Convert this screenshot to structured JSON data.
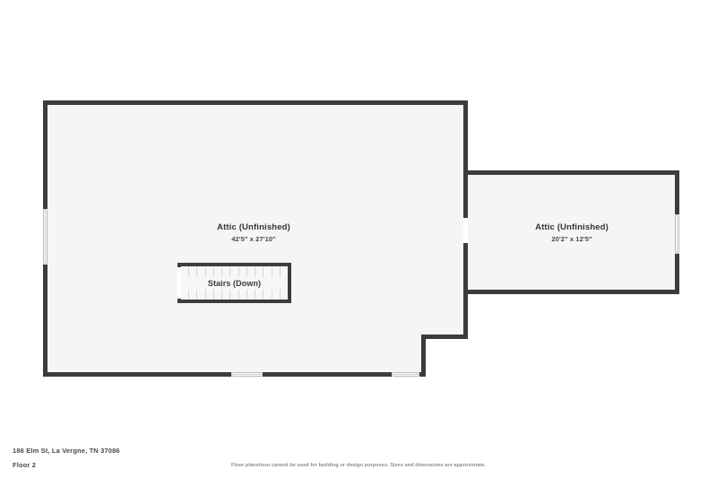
{
  "document": {
    "type": "floor-plan",
    "address": "186 Elm St, La Vergne, TN 37086",
    "floor_label": "Floor 2",
    "disclaimer": "Floor plans/tour cannot be used for building or design purposes. Sizes and dimensions are approximate."
  },
  "colors": {
    "wall": "#3c3c3e",
    "room_fill": "#f5f5f5",
    "background": "#ffffff",
    "text": "#3a3a3a",
    "muted_text": "#8c8c8e",
    "window_line": "#b9b9bb"
  },
  "rooms": [
    {
      "id": "attic-main",
      "name": "Attic (Unfinished)",
      "dimensions": "42'5\" x 27'10\""
    },
    {
      "id": "attic-wing",
      "name": "Attic (Unfinished)",
      "dimensions": "20'2\" x 12'5\""
    }
  ],
  "features": [
    {
      "id": "stairs",
      "label": "Stairs (Down)",
      "tread_count": 13
    }
  ],
  "windows": [
    {
      "id": "window-left-wall",
      "orientation": "vertical"
    },
    {
      "id": "window-bottom-left",
      "orientation": "horizontal"
    },
    {
      "id": "window-bottom-right",
      "orientation": "horizontal"
    },
    {
      "id": "window-wing-right",
      "orientation": "vertical"
    }
  ],
  "openings": [
    {
      "id": "opening-between-attics",
      "orientation": "vertical"
    },
    {
      "id": "opening-stairs-left",
      "orientation": "vertical"
    }
  ]
}
